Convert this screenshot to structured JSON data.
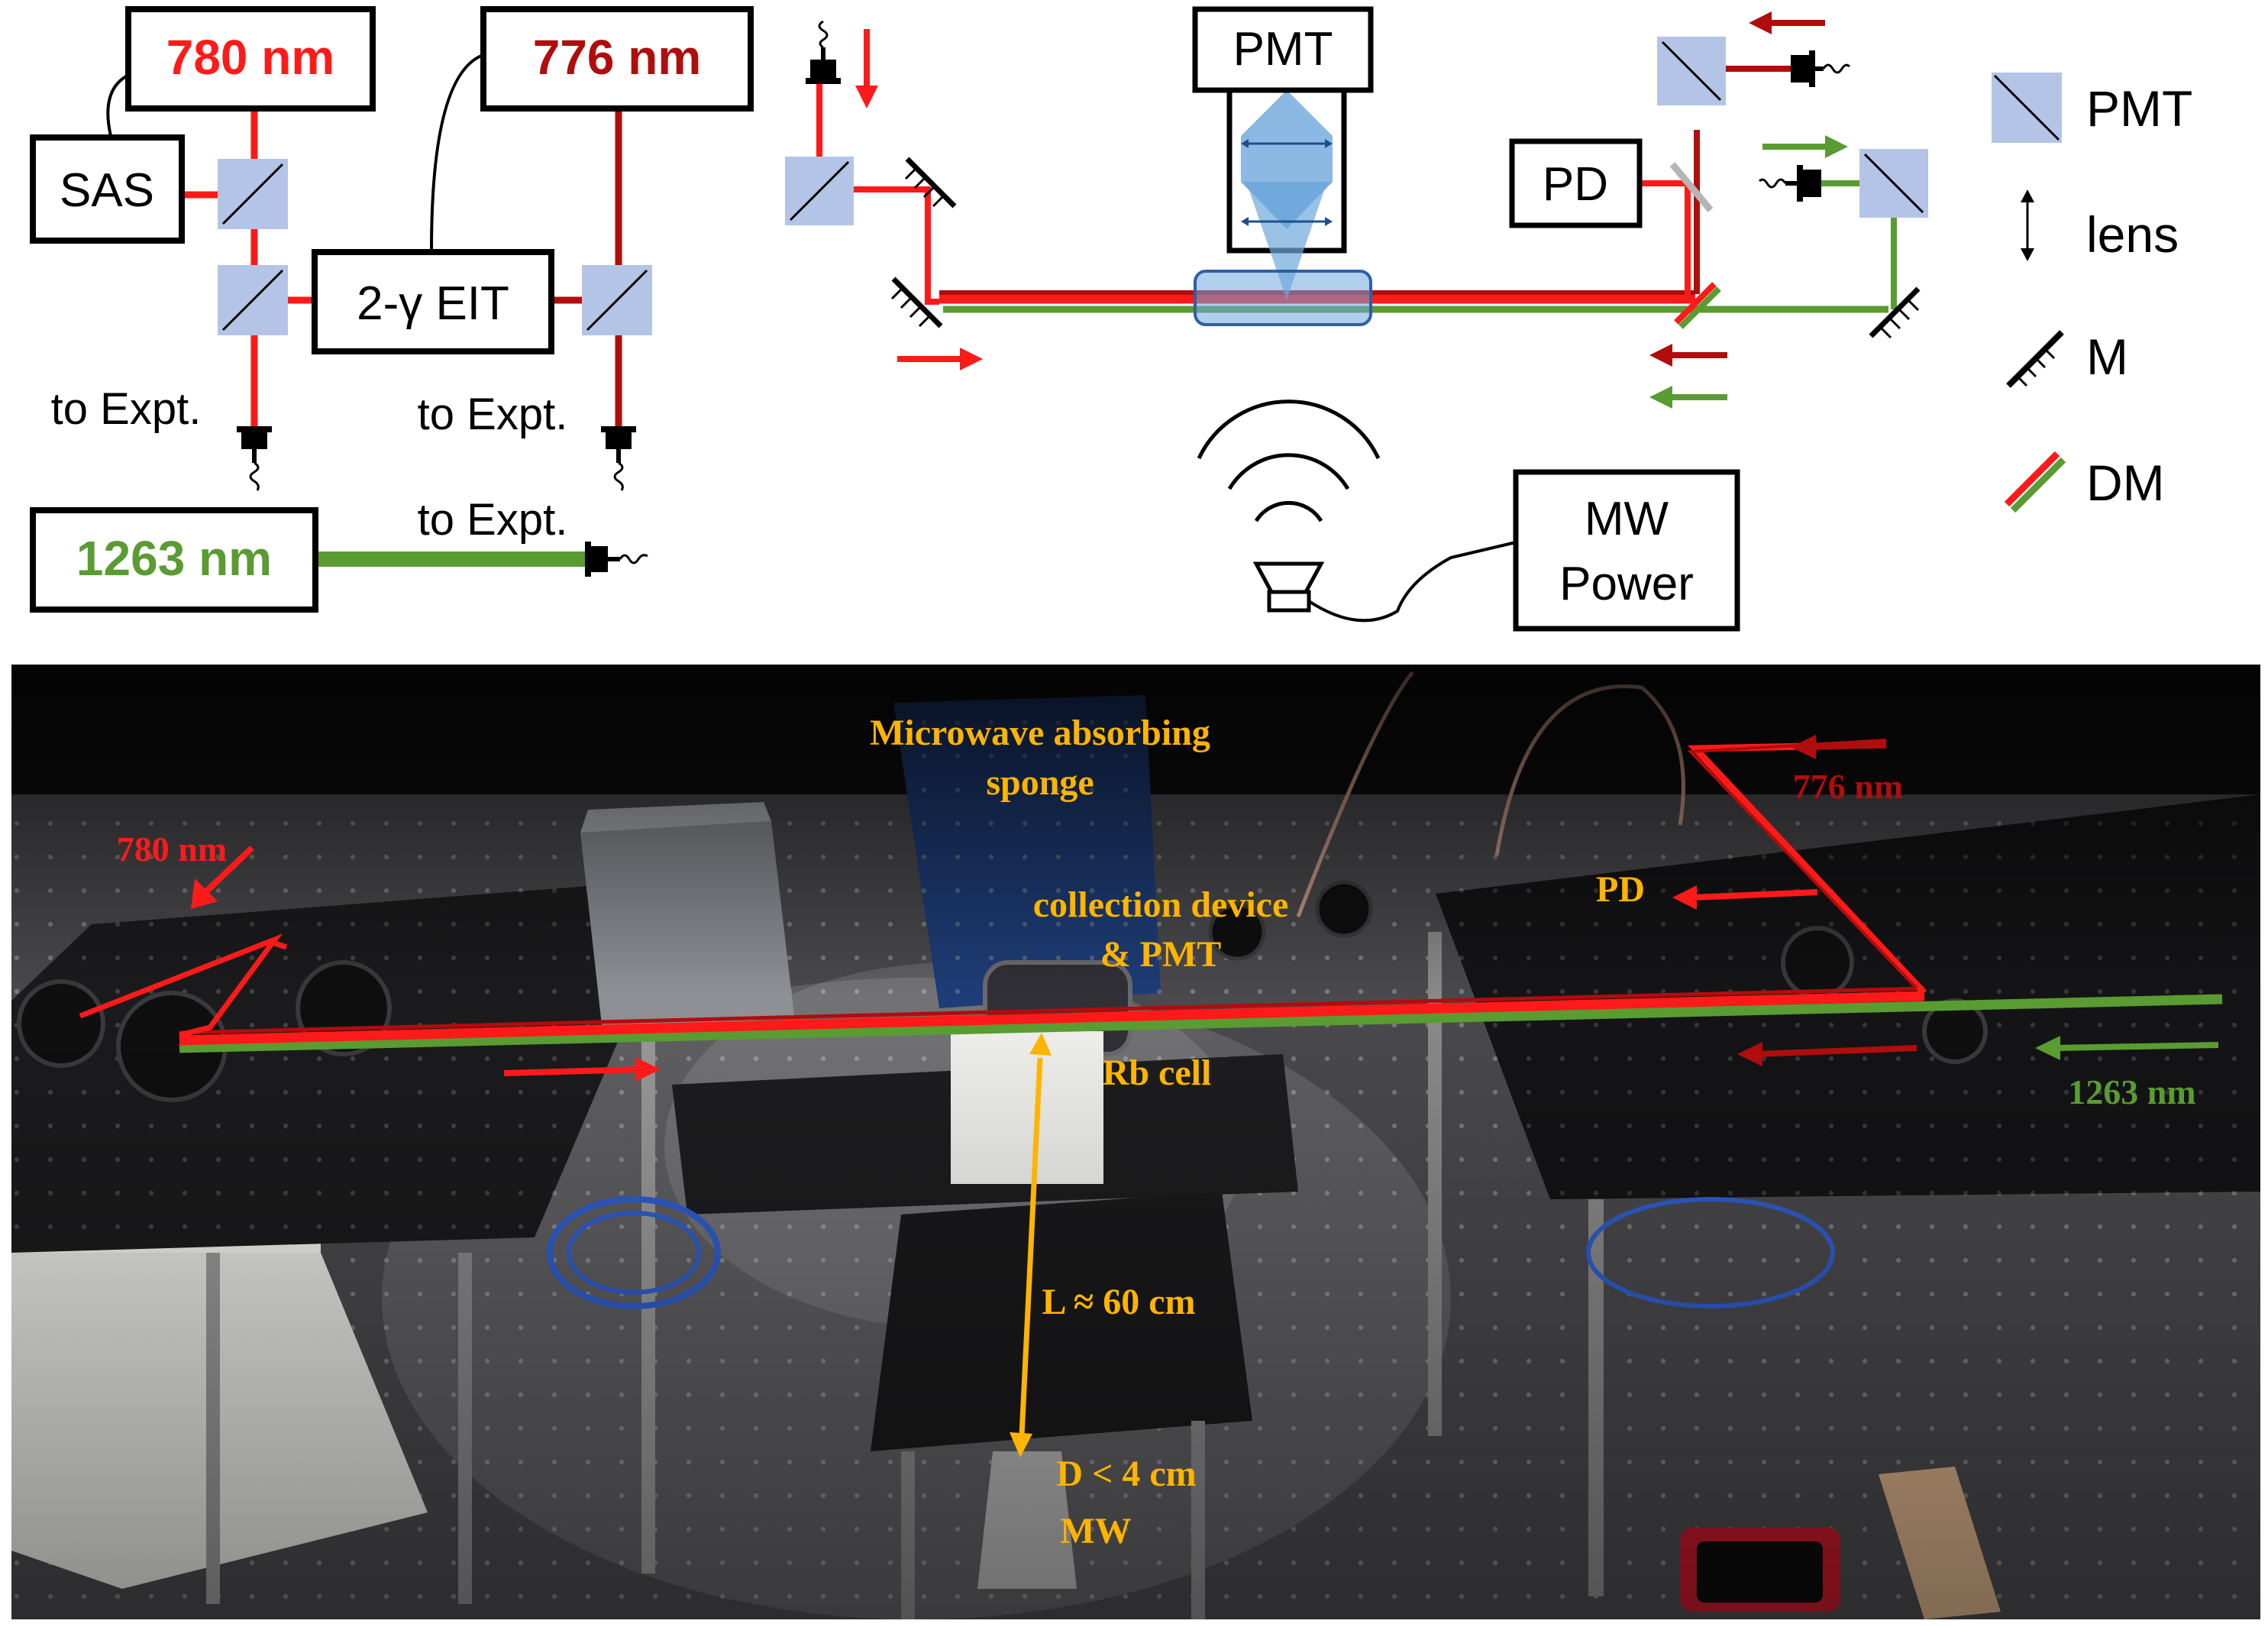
{
  "colors": {
    "red": "#ff1a1a",
    "dark_red": "#b00d0d",
    "green": "#5a9b32",
    "orange": "#ffb400",
    "splitter_fill": "#b3c4e6",
    "lens_fill": "#6fa8dc"
  },
  "schematic": {
    "laser_780": "780 nm",
    "laser_776": "776 nm",
    "laser_1263": "1263 nm",
    "sas": "SAS",
    "eit": "2-γ EIT",
    "to_expt_1": "to Expt.",
    "to_expt_2": "to Expt.",
    "to_expt_3": "to Expt.",
    "pmt_box": "PMT",
    "pd_box": "PD",
    "mw_power_line1": "MW",
    "mw_power_line2": "Power"
  },
  "legend": [
    {
      "icon": "beam-splitter-icon",
      "label": "PMT"
    },
    {
      "icon": "lens-icon",
      "label": "lens"
    },
    {
      "icon": "mirror-icon",
      "label": "M"
    },
    {
      "icon": "dichroic-mirror-icon",
      "label": "DM"
    }
  ],
  "photo": {
    "label_780": "780 nm",
    "label_776": "776 nm",
    "label_1263": "1263 nm",
    "sponge_line1": "Microwave absorbing",
    "sponge_line2": "sponge",
    "collection_line1": "collection device",
    "collection_line2": "& PMT",
    "pd": "PD",
    "rb_cell": "Rb cell",
    "distance_L": "L ≈ 60 cm",
    "distance_D": "D < 4 cm",
    "mw": "MW"
  }
}
